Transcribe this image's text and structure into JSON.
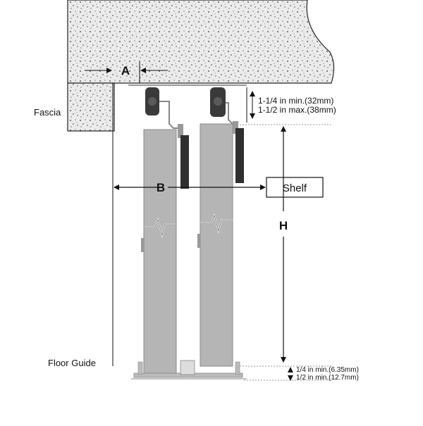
{
  "labels": {
    "a": "A",
    "b": "B",
    "h": "H",
    "fascia": "Fascia",
    "shelf": "Shelf",
    "floor_guide": "Floor Guide",
    "top_gap_min": "1-1/4 in min.(32mm)",
    "top_gap_max": "1-1/2 in max.(38mm)",
    "floor_gap_min_1": "1/4 in min.(6.35mm)",
    "floor_gap_min_2": "1/2 in min.(12.7mm)"
  },
  "colors": {
    "ceiling_fill": "#ebebeb",
    "door_fill": "#b5b5b5",
    "door_edge": "#8a8a8a",
    "roller": "#3a3a3a",
    "line": "#111111"
  }
}
